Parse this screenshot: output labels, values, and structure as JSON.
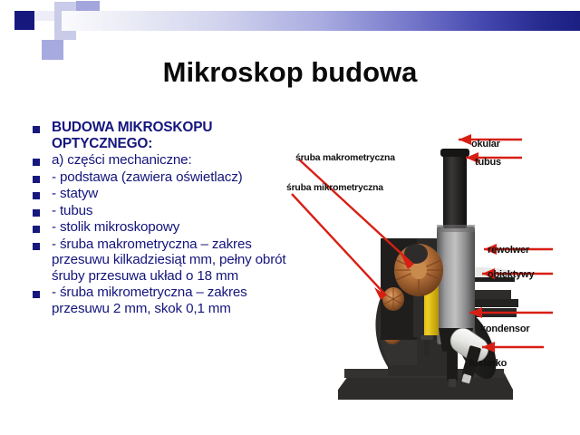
{
  "slide": {
    "title": "Mikroskop budowa",
    "background_color": "#ffffff",
    "accent_color": "#16187e",
    "arrow_color": "#d81f14"
  },
  "banner": {
    "name": "decorative-banner",
    "gradient_from": "#fbfbfd",
    "gradient_to": "#1b1f82",
    "squares": [
      "#16187e",
      "#c9cbe8",
      "#a3a6dc",
      "#a7aade",
      "#ecedf7"
    ]
  },
  "bullets": [
    {
      "text": "BUDOWA MIKROSKOPU OPTYCZNEGO:",
      "bold": true
    },
    {
      "text": "a) części mechaniczne:",
      "bold": false
    },
    {
      "text": "- podstawa (zawiera oświetlacz)",
      "bold": false
    },
    {
      "text": "- statyw",
      "bold": false
    },
    {
      "text": "- tubus",
      "bold": false
    },
    {
      "text": "- stolik mikroskopowy",
      "bold": false
    },
    {
      "text": "- śruba makrometryczna – zakres przesuwu kilkadziesiąt mm, pełny obrót śruby przesuwa układ o 18 mm",
      "bold": false
    },
    {
      "text": "- śruba mikrometryczna – zakres przesuwu 2 mm, skok 0,1 mm",
      "bold": false
    }
  ],
  "diagram": {
    "name": "microscope-diagram",
    "labels": [
      {
        "id": "okular",
        "text": "okular",
        "side": "right"
      },
      {
        "id": "tubus",
        "text": "tubus",
        "side": "right"
      },
      {
        "id": "sruba-makrometryczna",
        "text": "śruba makrometryczna",
        "side": "left"
      },
      {
        "id": "sruba-mikrometryczna",
        "text": "śruba mikrometryczna",
        "side": "left"
      },
      {
        "id": "rewolwer",
        "text": "rewolwer",
        "side": "right"
      },
      {
        "id": "obiektywy",
        "text": "obiektywy",
        "side": "right"
      },
      {
        "id": "kondensor",
        "text": "kondensor",
        "side": "right"
      },
      {
        "id": "lusterko",
        "text": "lusterko",
        "side": "right"
      }
    ],
    "colors": {
      "body_black": "#2e2c2b",
      "tube_gray": "#9a9a9c",
      "eyepiece_black": "#1c1b1a",
      "screw_copper": "#b5703a",
      "stage_yellow": "#e8c21f",
      "revolver_white": "#f2f2f0",
      "mirror_black": "#262524"
    }
  }
}
